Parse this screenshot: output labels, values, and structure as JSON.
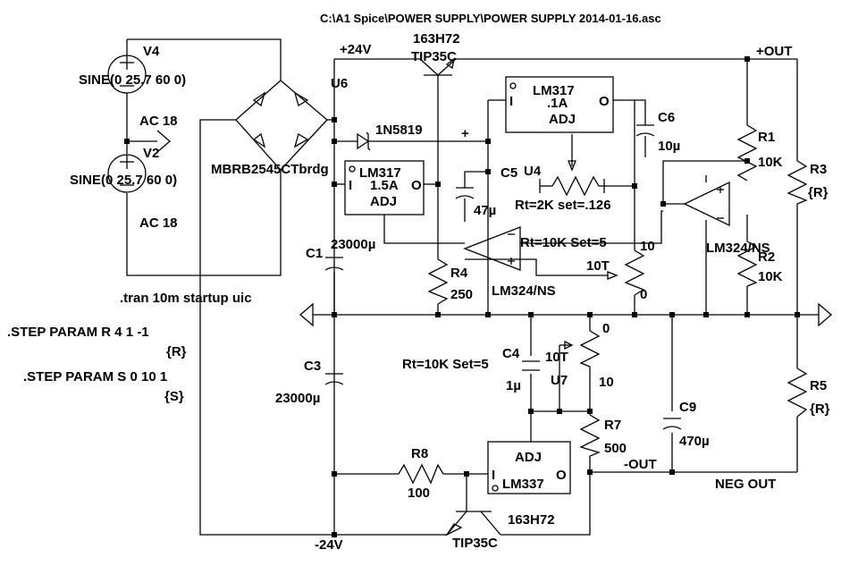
{
  "title": "C:\\A1 Spice\\POWER SUPPLY\\POWER SUPPLY 2014-01-16.asc",
  "labels": {
    "v4": "V4",
    "v4_func": "SINE(0 25.7 60 0)",
    "ac1": "AC 18",
    "v2": "V2",
    "v2_func": "SINE(0 25.7 60 0)",
    "ac2": "AC 18",
    "bridge": "MBRB2545CTbrdg",
    "u6": "U6",
    "plus24": "+24V",
    "minus24": "-24V",
    "q_top_model": "163H72",
    "q_top_type": "TIP35C",
    "q_bot_model": "163H72",
    "q_bot_type": "TIP35C",
    "diode": "1N5819",
    "plus_sign": "+",
    "lm317a_name": "LM317",
    "lm317a_i": "I",
    "lm317a_rating": ".1A",
    "lm317a_o": "O",
    "lm317a_adj": "ADJ",
    "lm317b_name": "LM317",
    "lm317b_i": "I",
    "lm317b_rating": "1.5A",
    "lm317b_o": "O",
    "lm317b_adj": "ADJ",
    "lm337_adj": "ADJ",
    "lm337_i": "I",
    "lm337_name": "LM337",
    "lm337_o": "O",
    "c6": "C6",
    "c6_val": "10µ",
    "c5": "C5",
    "c5_val": "47µ",
    "u4": "U4",
    "pot_top": "Rt=2K set=.126",
    "c1": "C1",
    "c1_val": "23000µ",
    "c3": "C3",
    "c3_val": "23000µ",
    "c4": "C4",
    "c4_val": "1µ",
    "c9": "C9",
    "c9_val": "470µ",
    "r1": "R1",
    "r1_val": "10K",
    "r2": "R2",
    "r2_val": "10K",
    "r3": "R3",
    "r3_val": "{R}",
    "r4": "R4",
    "r4_val": "250",
    "r5": "R5",
    "r5_val": "{R}",
    "r7": "R7",
    "r7_val": "500",
    "r8": "R8",
    "r8_val": "100",
    "pot_mid": "Rt=10K Set=5",
    "pot_mid_top": "10",
    "pot_mid_name": "10T",
    "pot_mid_bot": "0",
    "pot_low": "Rt=10K Set=5",
    "pot_low_top": "0",
    "pot_low_name": "10T",
    "pot_low_bot": "10",
    "u7": "U7",
    "oa_mid": "LM324/NS",
    "oa_right": "LM324/NS",
    "plus_out": "+OUT",
    "minus_out": "-OUT",
    "neg_out": "NEG OUT",
    "tran": ".tran 10m startup uic",
    "step_r": ".STEP PARAM R 4 1 -1",
    "step_r_val": "{R}",
    "step_s": ".STEP PARAM S 0 10 1",
    "step_s_val": "{S}"
  }
}
